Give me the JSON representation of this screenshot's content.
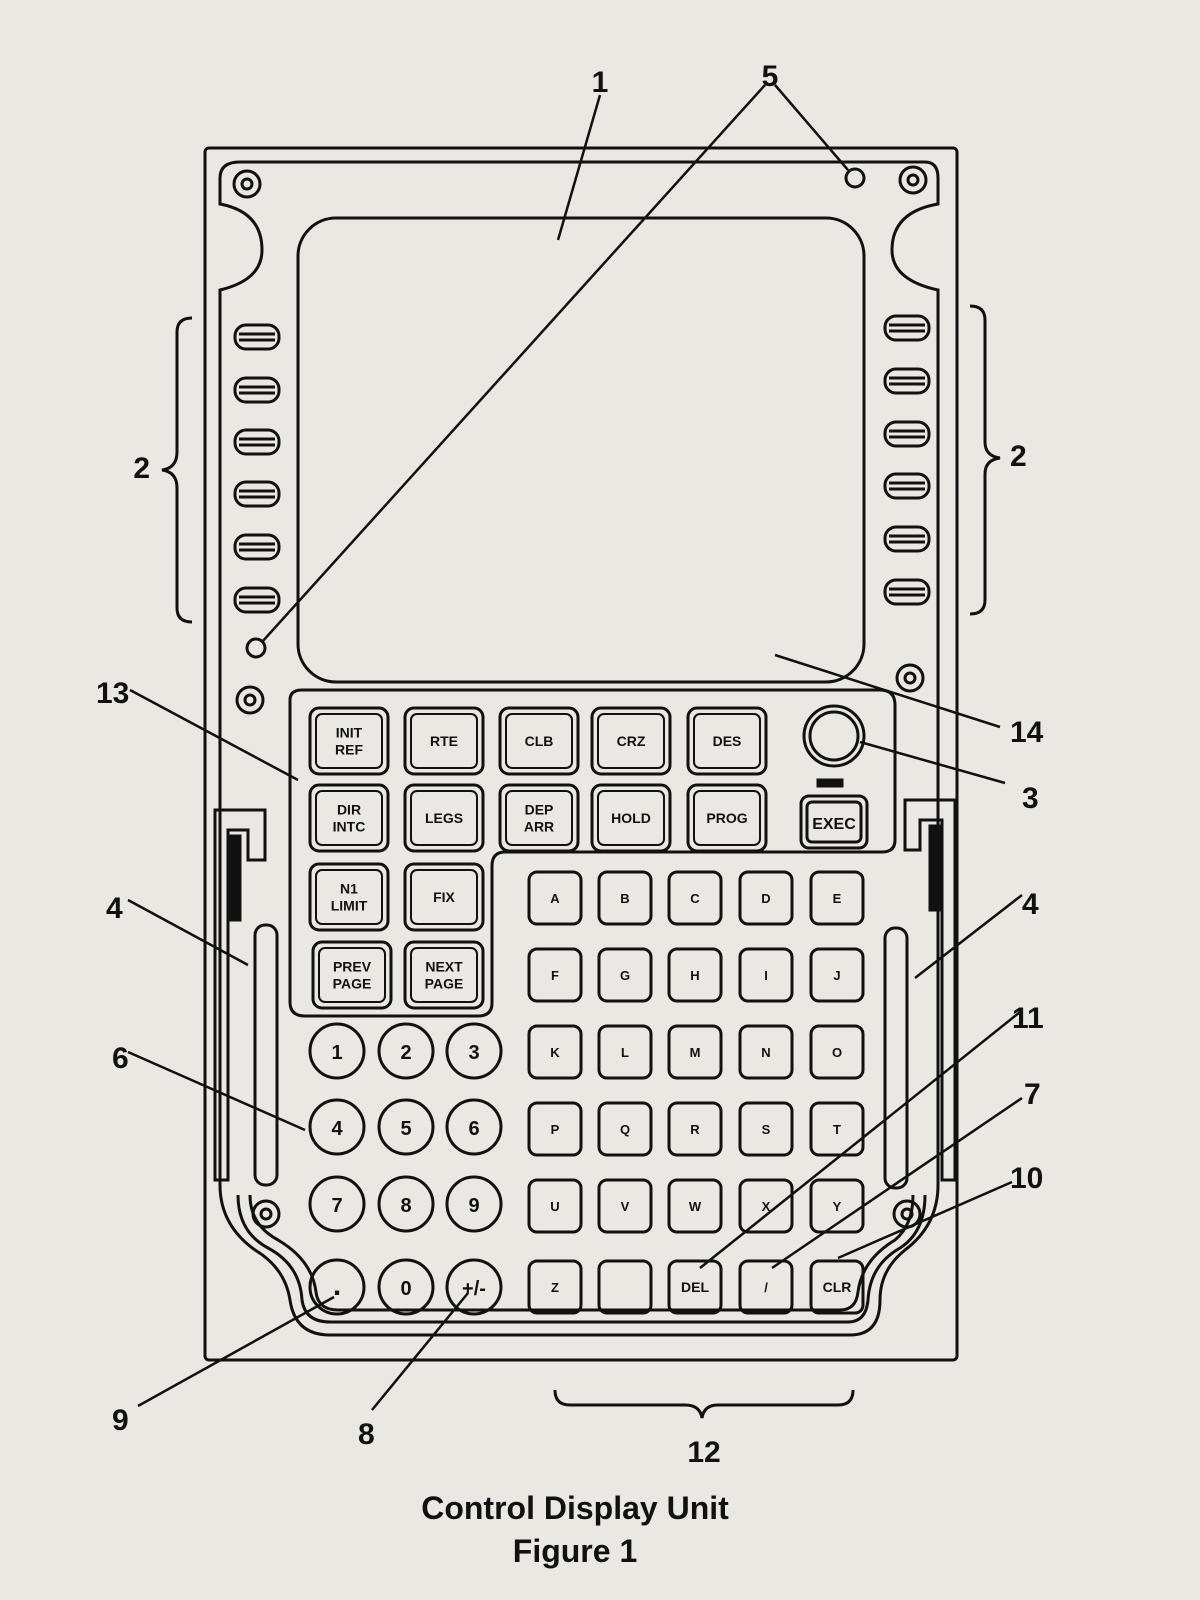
{
  "caption": {
    "title": "Control Display Unit",
    "figure": "Figure 1"
  },
  "callouts": {
    "c1": "1",
    "c2_left": "2",
    "c2_right": "2",
    "c3": "3",
    "c4_left": "4",
    "c4_right": "4",
    "c5": "5",
    "c6": "6",
    "c7": "7",
    "c8": "8",
    "c9": "9",
    "c10": "10",
    "c11": "11",
    "c12": "12",
    "c13": "13",
    "c14": "14"
  },
  "function_keys": {
    "init_ref": [
      "INIT",
      "REF"
    ],
    "rte": [
      "RTE"
    ],
    "clb": [
      "CLB"
    ],
    "crz": [
      "CRZ"
    ],
    "des": [
      "DES"
    ],
    "dir_intc": [
      "DIR",
      "INTC"
    ],
    "legs": [
      "LEGS"
    ],
    "dep_arr": [
      "DEP",
      "ARR"
    ],
    "hold": [
      "HOLD"
    ],
    "prog": [
      "PROG"
    ],
    "n1_limit": [
      "N1",
      "LIMIT"
    ],
    "fix": [
      "FIX"
    ],
    "prev_page": [
      "PREV",
      "PAGE"
    ],
    "next_page": [
      "NEXT",
      "PAGE"
    ],
    "exec": [
      "EXEC"
    ]
  },
  "numeric_keys": [
    "1",
    "2",
    "3",
    "4",
    "5",
    "6",
    "7",
    "8",
    "9",
    ".",
    "0",
    "+/-"
  ],
  "alpha_keys": [
    "A",
    "B",
    "C",
    "D",
    "E",
    "F",
    "G",
    "H",
    "I",
    "J",
    "K",
    "L",
    "M",
    "N",
    "O",
    "P",
    "Q",
    "R",
    "S",
    "T",
    "U",
    "V",
    "W",
    "X",
    "Y",
    "Z",
    "",
    "DEL",
    "/",
    "CLR"
  ],
  "colors": {
    "ink": "#111111",
    "paper": "#e9e8e3"
  }
}
